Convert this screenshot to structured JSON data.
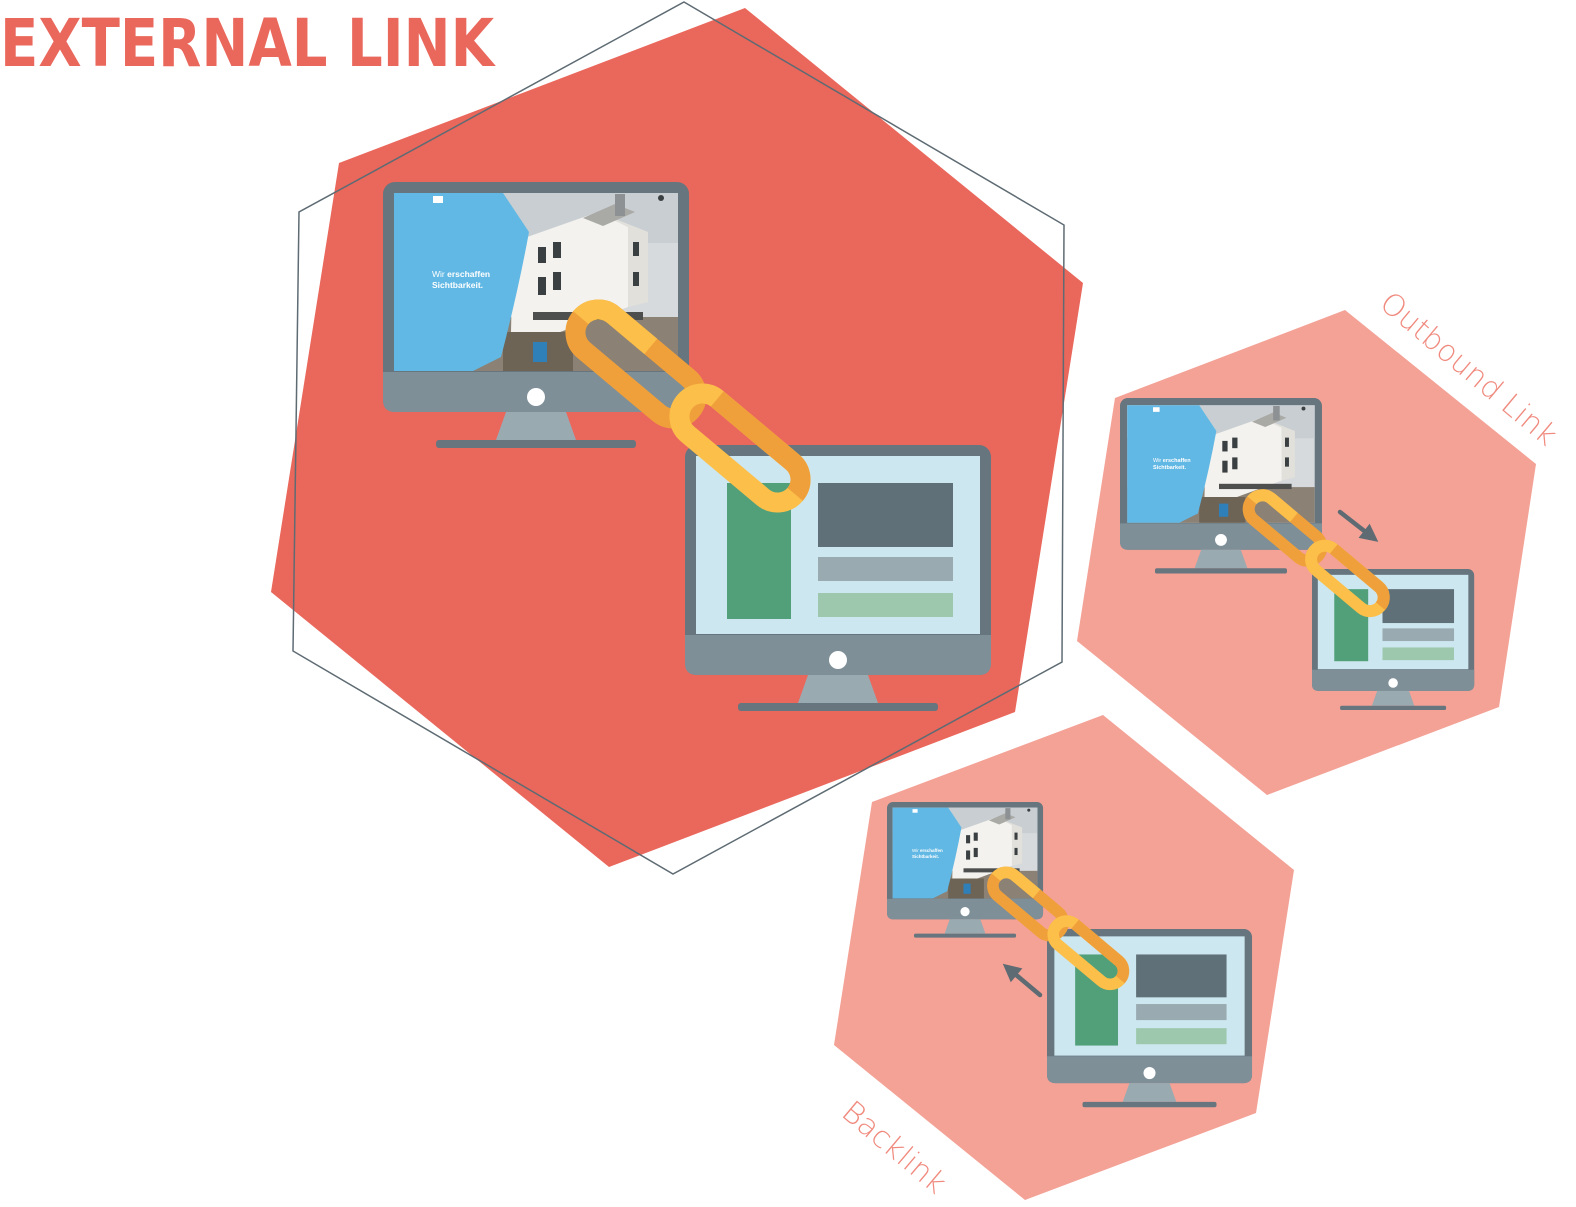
{
  "title": "EXTERNAL LINK",
  "labels": {
    "outbound": "Outbound Link",
    "backlink": "Backlink"
  },
  "screen_text": {
    "line1_light": "Wir",
    "line1_bold": "erschaffen",
    "line2": "Sichtbarkeit."
  },
  "colors": {
    "title": "#ea675c",
    "main_hexagon": "#ea675c",
    "small_hexagon": "#f4a196",
    "small_label": "#f08a7e",
    "outline": "#5e6b73",
    "monitor_frame": "#66757e",
    "monitor_chin": "#7e8f98",
    "monitor_stand": "#9aaab1",
    "screen_blue": "#62b8e4",
    "page_bg": "#cde7f0",
    "page_block_dark": "#607078",
    "page_block_mid": "#9aaab1",
    "page_block_green": "#51a07a",
    "page_block_light_green": "#9dc8ad",
    "chain_dark": "#f0a03a",
    "chain_light": "#fbbf4a",
    "arrow": "#5e6b73"
  }
}
